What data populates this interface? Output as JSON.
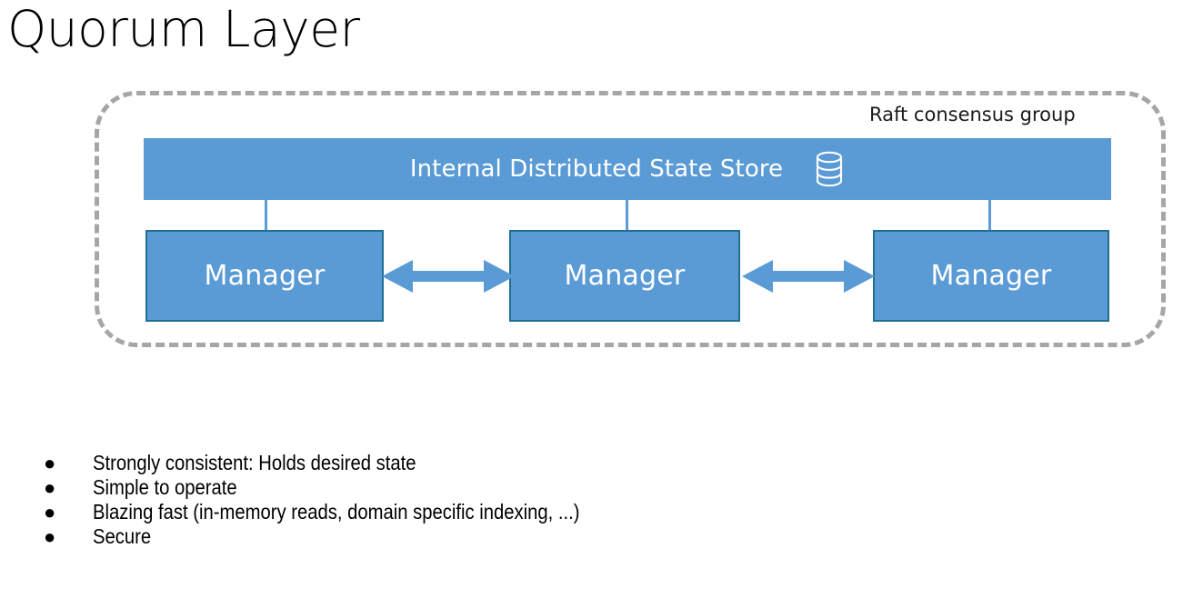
{
  "slide": {
    "title": "Quorum Layer"
  },
  "diagram": {
    "group": {
      "label": "Raft consensus group",
      "border_color": "#a6a6a6",
      "border_style": "dashed"
    },
    "state_store": {
      "label": "Internal Distributed State Store",
      "icon": "database-icon",
      "fill_color": "#5b9bd5",
      "text_color": "#ffffff"
    },
    "nodes": [
      {
        "label": "Manager"
      },
      {
        "label": "Manager"
      },
      {
        "label": "Manager"
      }
    ],
    "connectors": [
      {
        "type": "vertical-line",
        "from": "state-store",
        "to": "manager-1"
      },
      {
        "type": "vertical-line",
        "from": "state-store",
        "to": "manager-2"
      },
      {
        "type": "vertical-line",
        "from": "state-store",
        "to": "manager-3"
      }
    ],
    "peer_links": [
      {
        "type": "double-arrow",
        "from": "manager-1",
        "to": "manager-2"
      },
      {
        "type": "double-arrow",
        "from": "manager-2",
        "to": "manager-3"
      }
    ],
    "colors": {
      "node_fill": "#5b9bd5",
      "node_border": "#1f6f91",
      "arrow": "#5b9bd5",
      "group_border": "#a6a6a6"
    }
  },
  "bullets": {
    "marker": "●",
    "items": [
      {
        "text": "Strongly consistent: Holds desired state"
      },
      {
        "text": "Simple to operate"
      },
      {
        "text": "Blazing fast (in-memory reads, domain specific indexing, ...)"
      },
      {
        "text": "Secure"
      }
    ]
  }
}
